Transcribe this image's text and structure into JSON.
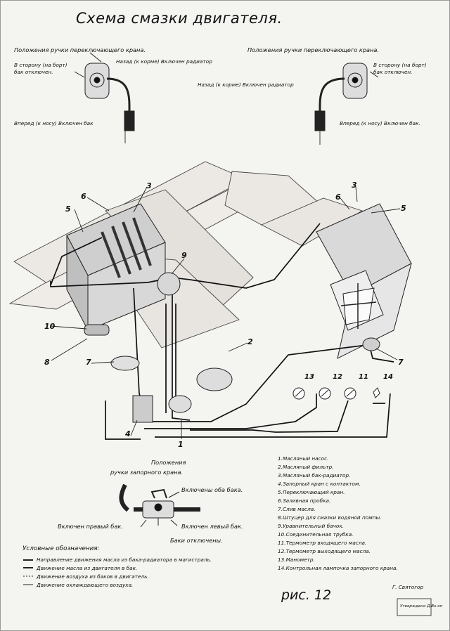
{
  "title": "Схема смазки двигателя.",
  "valve_left": {
    "heading": "Положения ручки переключающего крана.",
    "side_1": "В сторону (на борт)",
    "side_2": "бак отключен.",
    "back": "Назад (к корме) Включен радиатор",
    "forward": "Вперед (к носу) Включен бак"
  },
  "valve_right": {
    "heading": "Положения ручки переключающего крана.",
    "side_1": "В сторону (на борт)",
    "side_2": "бак отключен.",
    "back": "Назад (к корме) Включен радиатор",
    "forward": "Вперед (к носу) Включен бак."
  },
  "callouts": [
    "1",
    "2",
    "3",
    "4",
    "5",
    "6",
    "7",
    "8",
    "9",
    "10",
    "11",
    "12",
    "13",
    "14"
  ],
  "shutoff": {
    "heading_1": "Положения",
    "heading_2": "ручки запорного крана.",
    "both": "Включены оба бака.",
    "right": "Включен правый бак.",
    "left": "Включен левый бак.",
    "off": "Баки отключены."
  },
  "parts": [
    "1.Масляный насос.",
    "2.Масляный фильтр.",
    "3.Масляный бак-радиатор.",
    "4.Запорный кран с контактом.",
    "5.Переключающий кран.",
    "6.Заливная пробка.",
    "7.Слив масла.",
    "8.Штуцер для смазки водяной помпы.",
    "9.Уравнительный бачок.",
    "10.Соединительная трубка.",
    "11.Термометр входящего масла.",
    "12.Термометр выходящего масла.",
    "13.Манометр.",
    "14.Контрольная лампочка запорного крана."
  ],
  "legend": {
    "heading": "Условные обозначения:",
    "items": [
      "Направление движения масла из бака-радиатора в магистраль.",
      "Движение масла из двигателя в бак.",
      "Движение воздуха из баков в двигатель.",
      "Движение охлаждающего воздуха."
    ]
  },
  "figure_label": "рис. 12",
  "signature": "Г. Святогор",
  "stamp": "Утверждено Д.Вк.оп"
}
